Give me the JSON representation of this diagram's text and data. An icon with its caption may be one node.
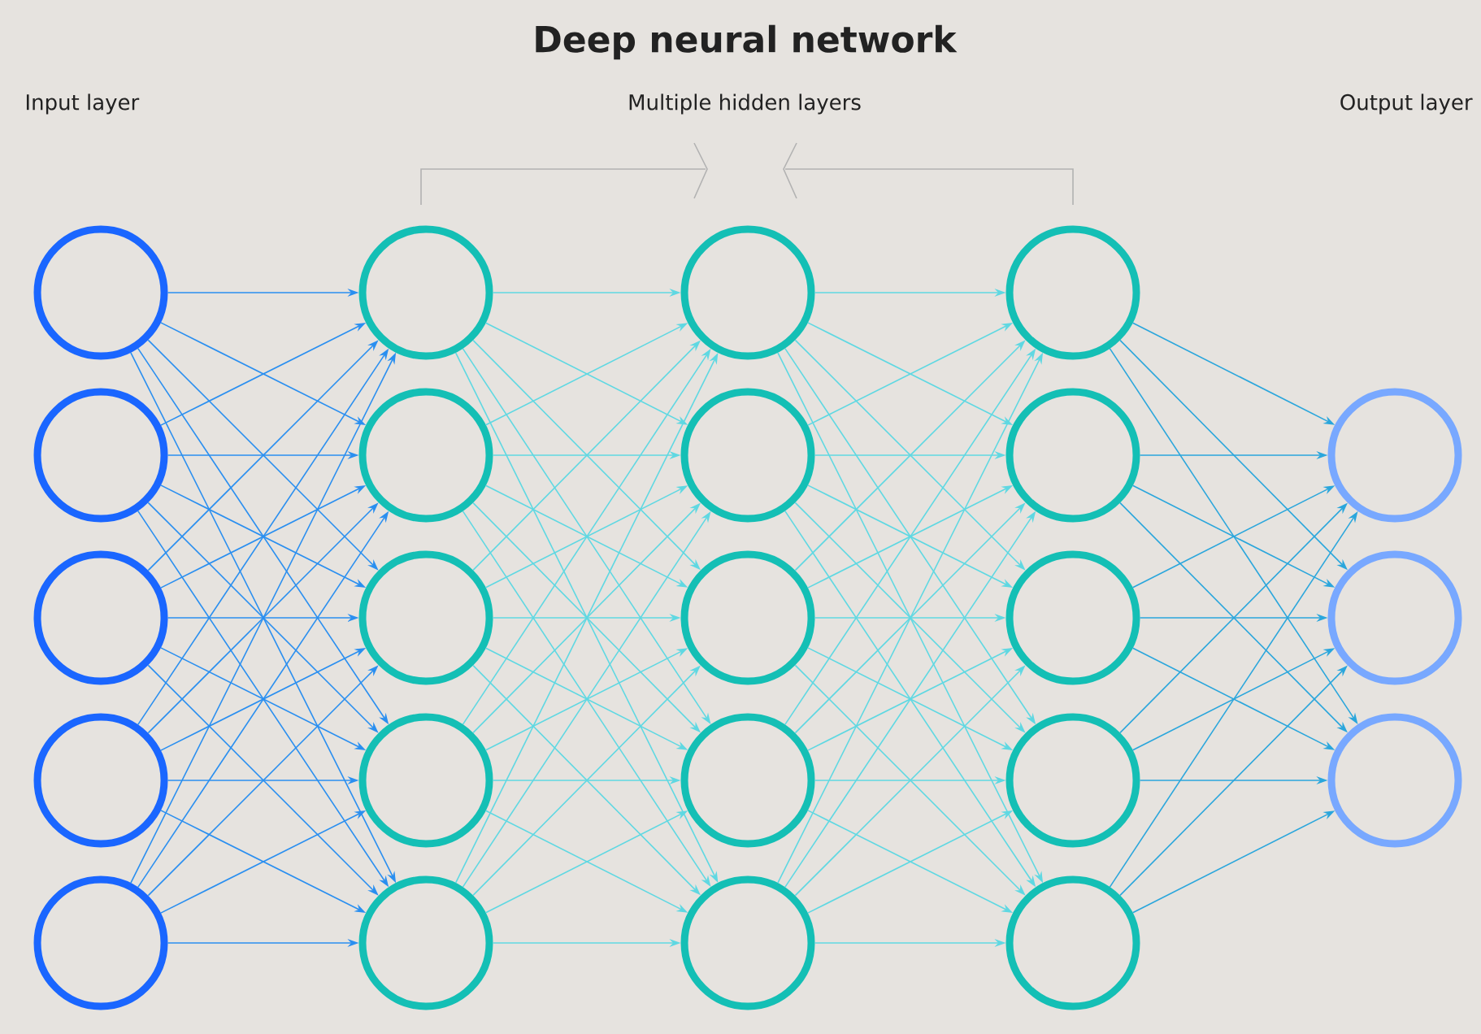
{
  "diagram": {
    "title": "Deep neural network",
    "nodes": [
      {
        "text": [],
        "shape": "circle"
      },
      {
        "text": [],
        "shape": "circle"
      },
      {
        "text": [],
        "shape": "circle"
      },
      {
        "text": [],
        "shape": "circle"
      },
      {
        "text": [],
        "shape": "circle"
      },
      {
        "text": [],
        "shape": "circle"
      },
      {
        "text": [],
        "shape": "circle"
      },
      {
        "text": [],
        "shape": "circle"
      },
      {
        "text": [],
        "shape": "circle"
      },
      {
        "text": [],
        "shape": "circle"
      },
      {
        "text": [],
        "shape": "circle"
      },
      {
        "text": [],
        "shape": "circle"
      },
      {
        "text": [],
        "shape": "circle"
      },
      {
        "text": [],
        "shape": "circle"
      },
      {
        "text": [],
        "shape": "circle"
      },
      {
        "text": [],
        "shape": "circle"
      },
      {
        "text": [],
        "shape": "circle"
      },
      {
        "text": [],
        "shape": "circle"
      },
      {
        "text": [],
        "shape": "circle"
      },
      {
        "text": [],
        "shape": "circle"
      },
      {
        "text": [],
        "shape": "circle"
      },
      {
        "text": [],
        "shape": "circle"
      },
      {
        "text": [],
        "shape": "circle"
      }
    ],
    "edges": [
      {
        "from": 0,
        "to": 5,
        "arrow": "to",
        "color": "#2a8ff0"
      },
      {
        "from": 0,
        "to": 6,
        "arrow": "to",
        "color": "#2a8ff0"
      },
      {
        "from": 0,
        "to": 7,
        "arrow": "to",
        "color": "#2a8ff0"
      },
      {
        "from": 0,
        "to": 8,
        "arrow": "to",
        "color": "#2a8ff0"
      },
      {
        "from": 0,
        "to": 9,
        "arrow": "to",
        "color": "#2a8ff0"
      },
      {
        "from": 1,
        "to": 5,
        "arrow": "to",
        "color": "#2a8ff0"
      },
      {
        "from": 1,
        "to": 6,
        "arrow": "to",
        "color": "#2a8ff0"
      },
      {
        "from": 1,
        "to": 7,
        "arrow": "to",
        "color": "#2a8ff0"
      },
      {
        "from": 1,
        "to": 8,
        "arrow": "to",
        "color": "#2a8ff0"
      },
      {
        "from": 1,
        "to": 9,
        "arrow": "to",
        "color": "#2a8ff0"
      },
      {
        "from": 2,
        "to": 5,
        "arrow": "to",
        "color": "#2a8ff0"
      },
      {
        "from": 2,
        "to": 6,
        "arrow": "to",
        "color": "#2a8ff0"
      },
      {
        "from": 2,
        "to": 7,
        "arrow": "to",
        "color": "#2a8ff0"
      },
      {
        "from": 2,
        "to": 8,
        "arrow": "to",
        "color": "#2a8ff0"
      },
      {
        "from": 2,
        "to": 9,
        "arrow": "to",
        "color": "#2a8ff0"
      },
      {
        "from": 3,
        "to": 5,
        "arrow": "to",
        "color": "#2a8ff0"
      },
      {
        "from": 3,
        "to": 6,
        "arrow": "to",
        "color": "#2a8ff0"
      },
      {
        "from": 3,
        "to": 7,
        "arrow": "to",
        "color": "#2a8ff0"
      },
      {
        "from": 3,
        "to": 8,
        "arrow": "to",
        "color": "#2a8ff0"
      },
      {
        "from": 3,
        "to": 9,
        "arrow": "to",
        "color": "#2a8ff0"
      },
      {
        "from": 4,
        "to": 5,
        "arrow": "to",
        "color": "#2a8ff0"
      },
      {
        "from": 4,
        "to": 6,
        "arrow": "to",
        "color": "#2a8ff0"
      },
      {
        "from": 4,
        "to": 7,
        "arrow": "to",
        "color": "#2a8ff0"
      },
      {
        "from": 4,
        "to": 8,
        "arrow": "to",
        "color": "#2a8ff0"
      },
      {
        "from": 4,
        "to": 9,
        "arrow": "to",
        "color": "#2a8ff0"
      },
      {
        "from": 5,
        "to": 10,
        "arrow": "to"
      },
      {
        "from": 5,
        "to": 11,
        "arrow": "to"
      },
      {
        "from": 5,
        "to": 12,
        "arrow": "to"
      },
      {
        "from": 5,
        "to": 13,
        "arrow": "to"
      },
      {
        "from": 5,
        "to": 14,
        "arrow": "to"
      },
      {
        "from": 6,
        "to": 10,
        "arrow": "to"
      },
      {
        "from": 6,
        "to": 11,
        "arrow": "to"
      },
      {
        "from": 6,
        "to": 12,
        "arrow": "to"
      },
      {
        "from": 6,
        "to": 13,
        "arrow": "to"
      },
      {
        "from": 6,
        "to": 14,
        "arrow": "to"
      },
      {
        "from": 7,
        "to": 10,
        "arrow": "to"
      },
      {
        "from": 7,
        "to": 11,
        "arrow": "to"
      },
      {
        "from": 7,
        "to": 12,
        "arrow": "to"
      },
      {
        "from": 7,
        "to": 13,
        "arrow": "to"
      },
      {
        "from": 7,
        "to": 14,
        "arrow": "to"
      },
      {
        "from": 8,
        "to": 10,
        "arrow": "to"
      },
      {
        "from": 8,
        "to": 11,
        "arrow": "to"
      },
      {
        "from": 8,
        "to": 12,
        "arrow": "to"
      },
      {
        "from": 8,
        "to": 13,
        "arrow": "to"
      },
      {
        "from": 8,
        "to": 14,
        "arrow": "to"
      },
      {
        "from": 9,
        "to": 10,
        "arrow": "to"
      },
      {
        "from": 9,
        "to": 11,
        "arrow": "to"
      },
      {
        "from": 9,
        "to": 12,
        "arrow": "to"
      },
      {
        "from": 9,
        "to": 13,
        "arrow": "to"
      },
      {
        "from": 9,
        "to": 14,
        "arrow": "to"
      },
      {
        "from": 10,
        "to": 15,
        "arrow": "to"
      },
      {
        "from": 10,
        "to": 16,
        "arrow": "to"
      },
      {
        "from": 10,
        "to": 17,
        "arrow": "to"
      },
      {
        "from": 10,
        "to": 18,
        "arrow": "to"
      },
      {
        "from": 10,
        "to": 19,
        "arrow": "to"
      },
      {
        "from": 11,
        "to": 15,
        "arrow": "to"
      },
      {
        "from": 11,
        "to": 16,
        "arrow": "to"
      },
      {
        "from": 11,
        "to": 17,
        "arrow": "to"
      },
      {
        "from": 11,
        "to": 18,
        "arrow": "to"
      },
      {
        "from": 11,
        "to": 19,
        "arrow": "to"
      },
      {
        "from": 12,
        "to": 15,
        "arrow": "to"
      },
      {
        "from": 12,
        "to": 16,
        "arrow": "to"
      },
      {
        "from": 12,
        "to": 17,
        "arrow": "to"
      },
      {
        "from": 12,
        "to": 18,
        "arrow": "to"
      },
      {
        "from": 12,
        "to": 19,
        "arrow": "to"
      },
      {
        "from": 13,
        "to": 15,
        "arrow": "to"
      },
      {
        "from": 13,
        "to": 16,
        "arrow": "to"
      },
      {
        "from": 13,
        "to": 17,
        "arrow": "to"
      },
      {
        "from": 13,
        "to": 18,
        "arrow": "to"
      },
      {
        "from": 13,
        "to": 19,
        "arrow": "to"
      },
      {
        "from": 14,
        "to": 15,
        "arrow": "to"
      },
      {
        "from": 14,
        "to": 16,
        "arrow": "to"
      },
      {
        "from": 14,
        "to": 17,
        "arrow": "to"
      },
      {
        "from": 14,
        "to": 18,
        "arrow": "to"
      },
      {
        "from": 14,
        "to": 19,
        "arrow": "to"
      },
      {
        "from": 15,
        "to": 20,
        "arrow": "to",
        "color": "#2aa6dc"
      },
      {
        "from": 15,
        "to": 21,
        "arrow": "to",
        "color": "#2aa6dc"
      },
      {
        "from": 15,
        "to": 22,
        "arrow": "to",
        "color": "#2aa6dc"
      },
      {
        "from": 16,
        "to": 20,
        "arrow": "to",
        "color": "#2aa6dc"
      },
      {
        "from": 16,
        "to": 21,
        "arrow": "to",
        "color": "#2aa6dc"
      },
      {
        "from": 16,
        "to": 22,
        "arrow": "to",
        "color": "#2aa6dc"
      },
      {
        "from": 17,
        "to": 20,
        "arrow": "to",
        "color": "#2aa6dc"
      },
      {
        "from": 17,
        "to": 21,
        "arrow": "to",
        "color": "#2aa6dc"
      },
      {
        "from": 17,
        "to": 22,
        "arrow": "to",
        "color": "#2aa6dc"
      },
      {
        "from": 18,
        "to": 20,
        "arrow": "to",
        "color": "#2aa6dc"
      },
      {
        "from": 18,
        "to": 21,
        "arrow": "to",
        "color": "#2aa6dc"
      },
      {
        "from": 18,
        "to": 22,
        "arrow": "to",
        "color": "#2aa6dc"
      },
      {
        "from": 19,
        "to": 20,
        "arrow": "to",
        "color": "#2aa6dc"
      },
      {
        "from": 19,
        "to": 21,
        "arrow": "to",
        "color": "#2aa6dc"
      },
      {
        "from": 19,
        "to": 22,
        "arrow": "to",
        "color": "#2aa6dc"
      }
    ],
    "labels": [
      "Input layer",
      "Multiple hidden layers",
      "Output layer"
    ]
  }
}
